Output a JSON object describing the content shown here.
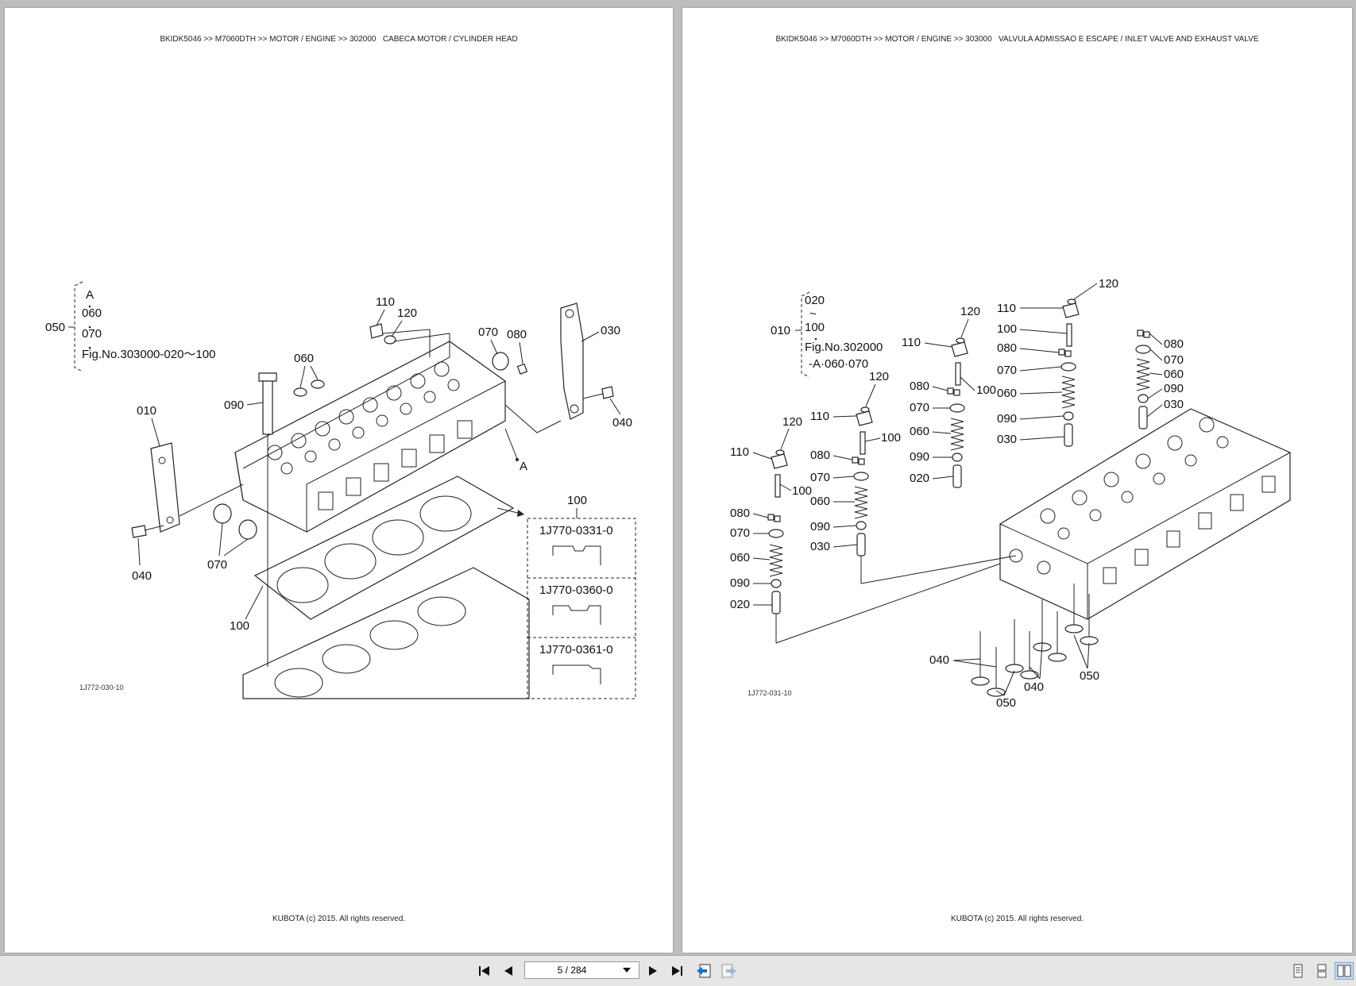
{
  "left_page": {
    "header": "BKIDK5046 >> M7060DTH >> MOTOR / ENGINE >> 302000   CABECA MOTOR / CYLINDER HEAD",
    "footer": "KUBOTA (c) 2015. All rights reserved.",
    "figure_code": "1J772-030-10",
    "callouts": {
      "c010": "010",
      "c030": "030",
      "c040a": "040",
      "c040b": "040",
      "c050": "050",
      "c060": "060",
      "c070a": "070",
      "c070b": "070",
      "c080": "080",
      "c090": "090",
      "c100a": "100",
      "c100b": "100",
      "c110": "110",
      "c120": "120",
      "cA": "A"
    },
    "ref_box": {
      "line1": "A",
      "line2": "060",
      "line3": "070",
      "line4": "Fig.No.303000-020～100"
    },
    "gasket_options": [
      "1J770-0331-0",
      "1J770-0360-0",
      "1J770-0361-0"
    ]
  },
  "right_page": {
    "header": "BKIDK5046 >> M7060DTH >> MOTOR / ENGINE >> 303000   VALVULA ADMISSAO E ESCAPE / INLET VALVE AND EXHAUST VALVE",
    "footer": "KUBOTA (c) 2015. All rights reserved.",
    "figure_code": "1J772-031-10",
    "ref_box": {
      "callout": "010",
      "line1": "020",
      "line2": "~",
      "line3": "100",
      "line4": "Fig.No.302000",
      "line5": "-A·060·070"
    },
    "stacks": [
      {
        "c120": "120",
        "c110": "110",
        "c100": "100",
        "c080": "080",
        "c070": "070",
        "c060": "060",
        "c090": "090",
        "c020": "020"
      },
      {
        "c120": "120",
        "c110": "110",
        "c100": "100",
        "c080": "080",
        "c070": "070",
        "c060": "060",
        "c090": "090",
        "c030": "030"
      },
      {
        "c120": "120",
        "c110": "110",
        "c100": "100",
        "c080": "080",
        "c070": "070",
        "c060": "060",
        "c090": "090",
        "c020": "020"
      },
      {
        "c120": "120",
        "c110": "110",
        "c100": "100",
        "c080": "080",
        "c070": "070",
        "c060": "060",
        "c090": "090",
        "c030": "030"
      }
    ],
    "valves": {
      "c040a": "040",
      "c040b": "040",
      "c050a": "050",
      "c050b": "050"
    }
  },
  "toolbar": {
    "page_value": "5 / 284",
    "icons": [
      "first-page-icon",
      "previous-page-icon",
      "next-page-icon",
      "last-page-icon",
      "go-back-icon",
      "go-forward-icon",
      "single-page-icon",
      "continuous-page-icon",
      "two-page-icon"
    ]
  }
}
